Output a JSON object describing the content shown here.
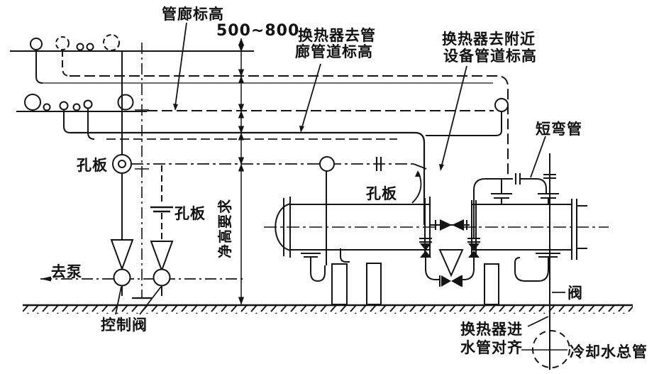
{
  "diagram": {
    "title_context": "heat-exchanger-piping-elevation-diagram",
    "labels": {
      "pipe_rack_elevation": "管廊标高",
      "dim_500_800": "500~800",
      "hx_to_rack_line1": "换热器去管",
      "hx_to_rack_line2": "廊管道标高",
      "hx_to_nearby_line1": "换热器去附近",
      "hx_to_nearby_line2": "设备管道标高",
      "short_bend_pipe": "短弯管",
      "orifice_left": "孔板",
      "orifice_mid": "孔板",
      "orifice_center": "孔板",
      "clear_height_req": "净高要求",
      "to_pump": "去泵",
      "control_valve": "控制阀",
      "valve": "阀",
      "hx_inlet_align_line1": "换热器进",
      "hx_inlet_align_line2": "水管对齐",
      "cooling_water_main": "冷却水总管"
    },
    "colors": {
      "line": "#141414",
      "background": "#ffffff"
    }
  }
}
